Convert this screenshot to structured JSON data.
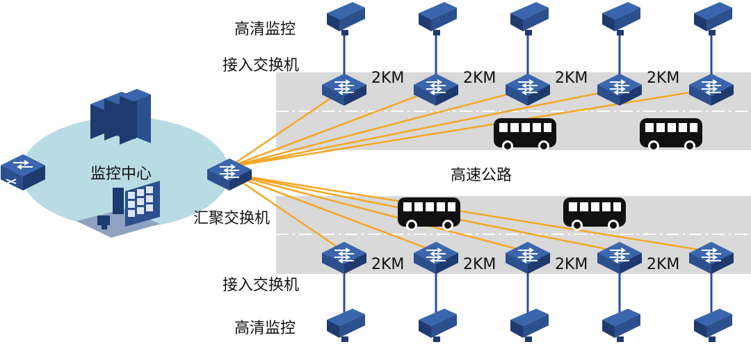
{
  "labels": {
    "cam_top": "高清监控",
    "cam_bottom": "高清监控",
    "access_top": "接入交换机",
    "access_bottom": "接入交换机",
    "control_center": "监控中心",
    "aggregation": "汇聚交换机",
    "highway": "高速公路"
  },
  "distances": {
    "top": [
      "2KM",
      "2KM",
      "2KM",
      "2KM"
    ],
    "bottom": [
      "2KM",
      "2KM",
      "2KM",
      "2KM"
    ]
  },
  "colors": {
    "road": "#d9d9d9",
    "link": "#f5a623",
    "cloud": "#b9dbe3",
    "device": "#2d4f8f",
    "device_top": "#3c66ab",
    "pole": "#2a4e9a",
    "bus": "#111111"
  }
}
